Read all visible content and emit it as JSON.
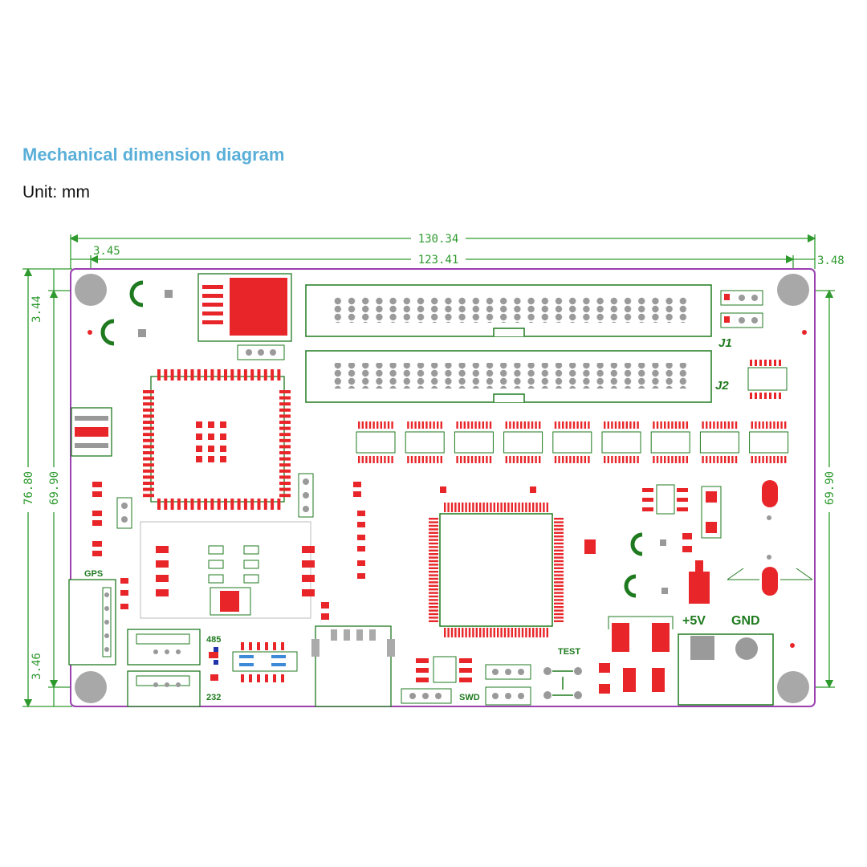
{
  "header": {
    "title": "Mechanical dimension diagram",
    "unit": "Unit: mm"
  },
  "dimensions": {
    "overall_width": "130.34",
    "hole_spacing_width": "123.41",
    "left_offset": "3.45",
    "right_offset": "3.48",
    "overall_height": "76.80",
    "hole_spacing_height_left": "69.90",
    "hole_spacing_height_right": "69.90",
    "top_offset": "3.44",
    "bottom_offset": "3.46"
  },
  "labels": {
    "j1": "J1",
    "j2": "J2",
    "gps": "GPS",
    "rs485": "485",
    "rs232": "232",
    "swd": "SWD",
    "test": "TEST",
    "plus5v": "+5V",
    "gnd": "GND"
  },
  "colors": {
    "dimension_green": "#2e9a2e",
    "board_outline": "#9b3fb0",
    "pad_red": "#e8262a",
    "title_blue": "#5aafd8"
  }
}
